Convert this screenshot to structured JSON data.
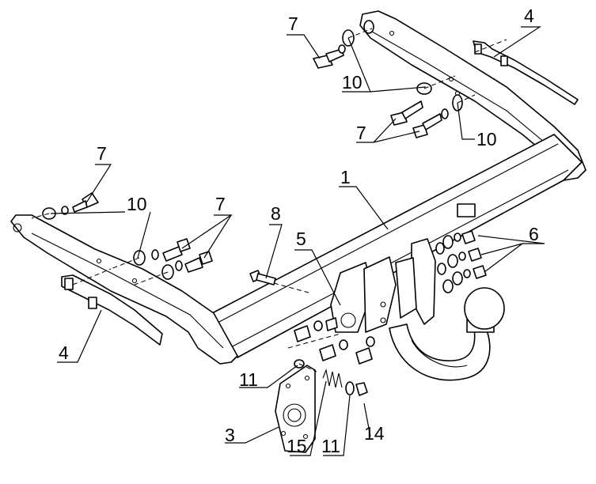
{
  "callouts": [
    {
      "id": "c7a",
      "label": "7"
    },
    {
      "id": "c4a",
      "label": "4"
    },
    {
      "id": "c10a",
      "label": "10"
    },
    {
      "id": "c7b",
      "label": "7"
    },
    {
      "id": "c10b",
      "label": "10"
    },
    {
      "id": "c7c",
      "label": "7"
    },
    {
      "id": "c1",
      "label": "1"
    },
    {
      "id": "c10c",
      "label": "10"
    },
    {
      "id": "c7d",
      "label": "7"
    },
    {
      "id": "c8",
      "label": "8"
    },
    {
      "id": "c6",
      "label": "6"
    },
    {
      "id": "c5",
      "label": "5"
    },
    {
      "id": "c4b",
      "label": "4"
    },
    {
      "id": "c11a",
      "label": "11"
    },
    {
      "id": "c3",
      "label": "3"
    },
    {
      "id": "c15",
      "label": "15"
    },
    {
      "id": "c11b",
      "label": "11"
    },
    {
      "id": "c14",
      "label": "14"
    }
  ]
}
